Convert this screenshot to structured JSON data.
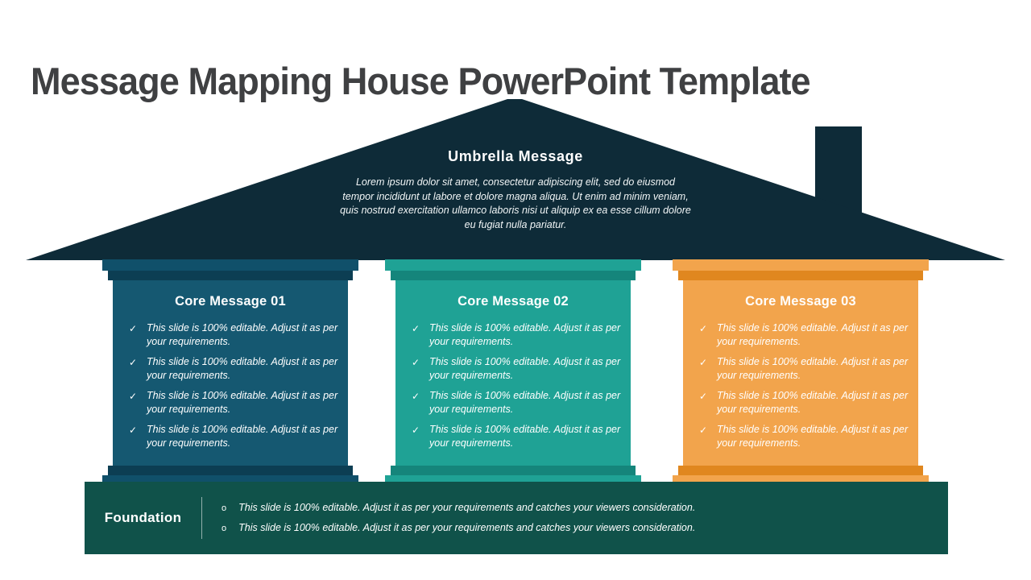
{
  "slide": {
    "title": "Message Mapping House PowerPoint Template"
  },
  "icons": {
    "check": "✓",
    "circle_bullet": "o"
  },
  "umbrella": {
    "title": "Umbrella Message",
    "body": "Lorem ipsum dolor sit amet, consectetur adipiscing elit, sed do eiusmod tempor incididunt ut labore et dolore magna aliqua. Ut enim ad minim veniam, quis nostrud exercitation ullamco laboris nisi ut aliquip ex ea esse cillum dolore eu fugiat nulla pariatur."
  },
  "pillars": [
    {
      "title": "Core Message 01",
      "bullets": [
        "This slide is 100% editable. Adjust it as per your requirements.",
        "This slide is 100% editable. Adjust it as per your requirements.",
        "This slide is 100% editable. Adjust it as per your requirements.",
        "This slide is 100% editable. Adjust it as per your requirements."
      ]
    },
    {
      "title": "Core Message 02",
      "bullets": [
        "This slide is 100% editable. Adjust it as per your requirements.",
        "This slide is 100% editable. Adjust it as per your requirements.",
        "This slide is 100% editable. Adjust it as per your requirements.",
        "This slide is 100% editable. Adjust it as per your requirements."
      ]
    },
    {
      "title": "Core Message 03",
      "bullets": [
        "This slide is 100% editable. Adjust it as per your requirements.",
        "This slide is 100% editable. Adjust it as per your requirements.",
        "This slide is 100% editable. Adjust it as per your requirements.",
        "This slide is 100% editable. Adjust it as per your requirements."
      ]
    }
  ],
  "foundation": {
    "label": "Foundation",
    "bullets": [
      "This slide is 100% editable. Adjust it as per your requirements and catches your viewers consideration.",
      "This slide is 100% editable. Adjust it as per your requirements and catches your viewers consideration."
    ]
  },
  "colors": {
    "background": "#FFFFFF",
    "title_text": "#3F4042",
    "roof": "#0E2B38",
    "pillar1_body": "#155871",
    "pillar1_cap": "#10506A",
    "pillar1_cap_dark": "#0C3E53",
    "pillar2_body": "#1FA295",
    "pillar2_cap_dark": "#15857B",
    "pillar3_body": "#F2A44C",
    "pillar3_cap_dark": "#E0871F",
    "foundation_bar": "#10524A",
    "text_on_dark": "#FFFFFF"
  }
}
